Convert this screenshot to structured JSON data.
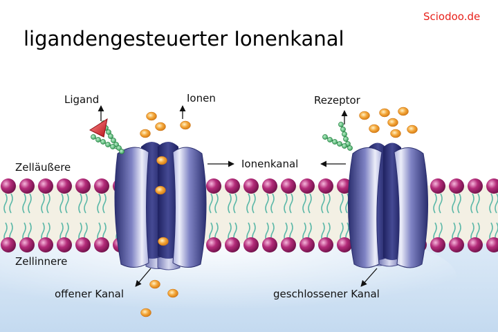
{
  "title": "ligandengesteuerter Ionenkanal",
  "brand": "Sciodoo.de",
  "labels": {
    "ligand": "Ligand",
    "ionen": "Ionen",
    "rezeptor": "Rezeptor",
    "zellaeussere": "Zelläußere",
    "ionenkanal": "Ionenkanal",
    "zellinnere": "Zellinnere",
    "offener_kanal": "offener Kanal",
    "geschlossener_kanal": "geschlossener Kanal"
  },
  "colors": {
    "brand": "#e8201a",
    "membrane_head": "#a5246e",
    "lipid_tail": "#5bb8a8",
    "protein": "#3a3f86",
    "ion": "#f0a030",
    "ligand": "#d81c24",
    "receptor_chain": "#3ea860",
    "cytoplasm": "#c9def2"
  }
}
